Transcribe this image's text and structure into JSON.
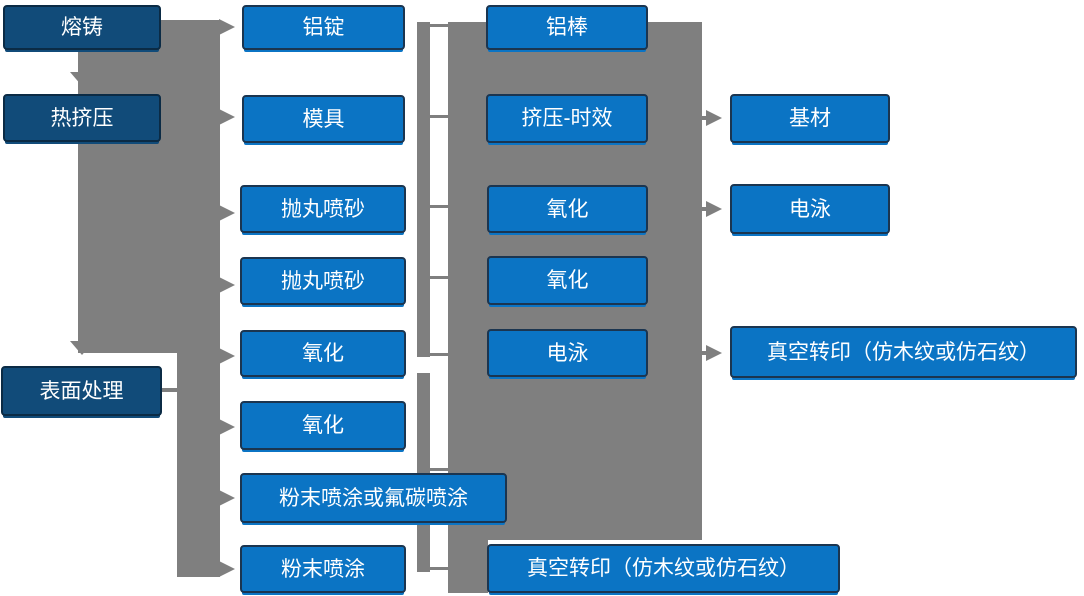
{
  "colors": {
    "primary_box": "#114b79",
    "secondary_box": "#0b74c4",
    "connector": "#7f7f7f",
    "box_text": "#ffffff",
    "box_border": "#1b3550"
  },
  "diagram": {
    "nodes": [
      {
        "id": "rongzhu",
        "label": "熔铸",
        "level": "primary"
      },
      {
        "id": "rejiya",
        "label": "热挤压",
        "level": "primary"
      },
      {
        "id": "biaomianchuli",
        "label": "表面处理",
        "level": "primary"
      },
      {
        "id": "lvding",
        "label": "铝锭",
        "level": "secondary"
      },
      {
        "id": "muju",
        "label": "模具",
        "level": "secondary"
      },
      {
        "id": "paowan1",
        "label": "抛丸喷砂",
        "level": "secondary"
      },
      {
        "id": "paowan2",
        "label": "抛丸喷砂",
        "level": "secondary"
      },
      {
        "id": "yanghua-c2a",
        "label": "氧化",
        "level": "secondary"
      },
      {
        "id": "yanghua-c2b",
        "label": "氧化",
        "level": "secondary"
      },
      {
        "id": "fenmo-futan",
        "label": "粉末喷涂或氟碳喷涂",
        "level": "secondary"
      },
      {
        "id": "fenmo",
        "label": "粉末喷涂",
        "level": "secondary"
      },
      {
        "id": "lvbang",
        "label": "铝棒",
        "level": "secondary"
      },
      {
        "id": "jiya-shixiao",
        "label": "挤压-时效",
        "level": "secondary"
      },
      {
        "id": "yanghua-c3a",
        "label": "氧化",
        "level": "secondary"
      },
      {
        "id": "yanghua-c3b",
        "label": "氧化",
        "level": "secondary"
      },
      {
        "id": "dianyong-c3",
        "label": "电泳",
        "level": "secondary"
      },
      {
        "id": "zhenkong-c3",
        "label": "真空转印（仿木纹或仿石纹）",
        "level": "secondary"
      },
      {
        "id": "jicai",
        "label": "基材",
        "level": "secondary"
      },
      {
        "id": "dianyong-c4",
        "label": "电泳",
        "level": "secondary"
      },
      {
        "id": "zhenkong-c4",
        "label": "真空转印（仿木纹或仿石纹）",
        "level": "secondary"
      }
    ],
    "connections": {
      "down_arrows_to": [
        "rejiya",
        "biaomianchuli"
      ],
      "right_arrows_to": [
        "lvding",
        "muju",
        "paowan1",
        "paowan2",
        "yanghua-c2a",
        "yanghua-c2b",
        "fenmo-futan",
        "fenmo",
        "jicai",
        "dianyong-c4",
        "zhenkong-c4"
      ],
      "bus_links": [
        {
          "from": "lvding",
          "to": "lvbang"
        },
        {
          "from": "muju",
          "to": "jiya-shixiao"
        },
        {
          "from": "paowan1",
          "to": "yanghua-c3a"
        },
        {
          "from": "paowan2",
          "to": "yanghua-c3b"
        },
        {
          "from": "yanghua-c2a",
          "to": "dianyong-c3"
        },
        {
          "from": "fenmo-futan",
          "to": "zhenkong-c3"
        },
        {
          "from": "fenmo",
          "to": "zhenkong-c3"
        },
        {
          "from": "biaomianchuli",
          "to": "yanghua-c2b"
        }
      ]
    }
  }
}
